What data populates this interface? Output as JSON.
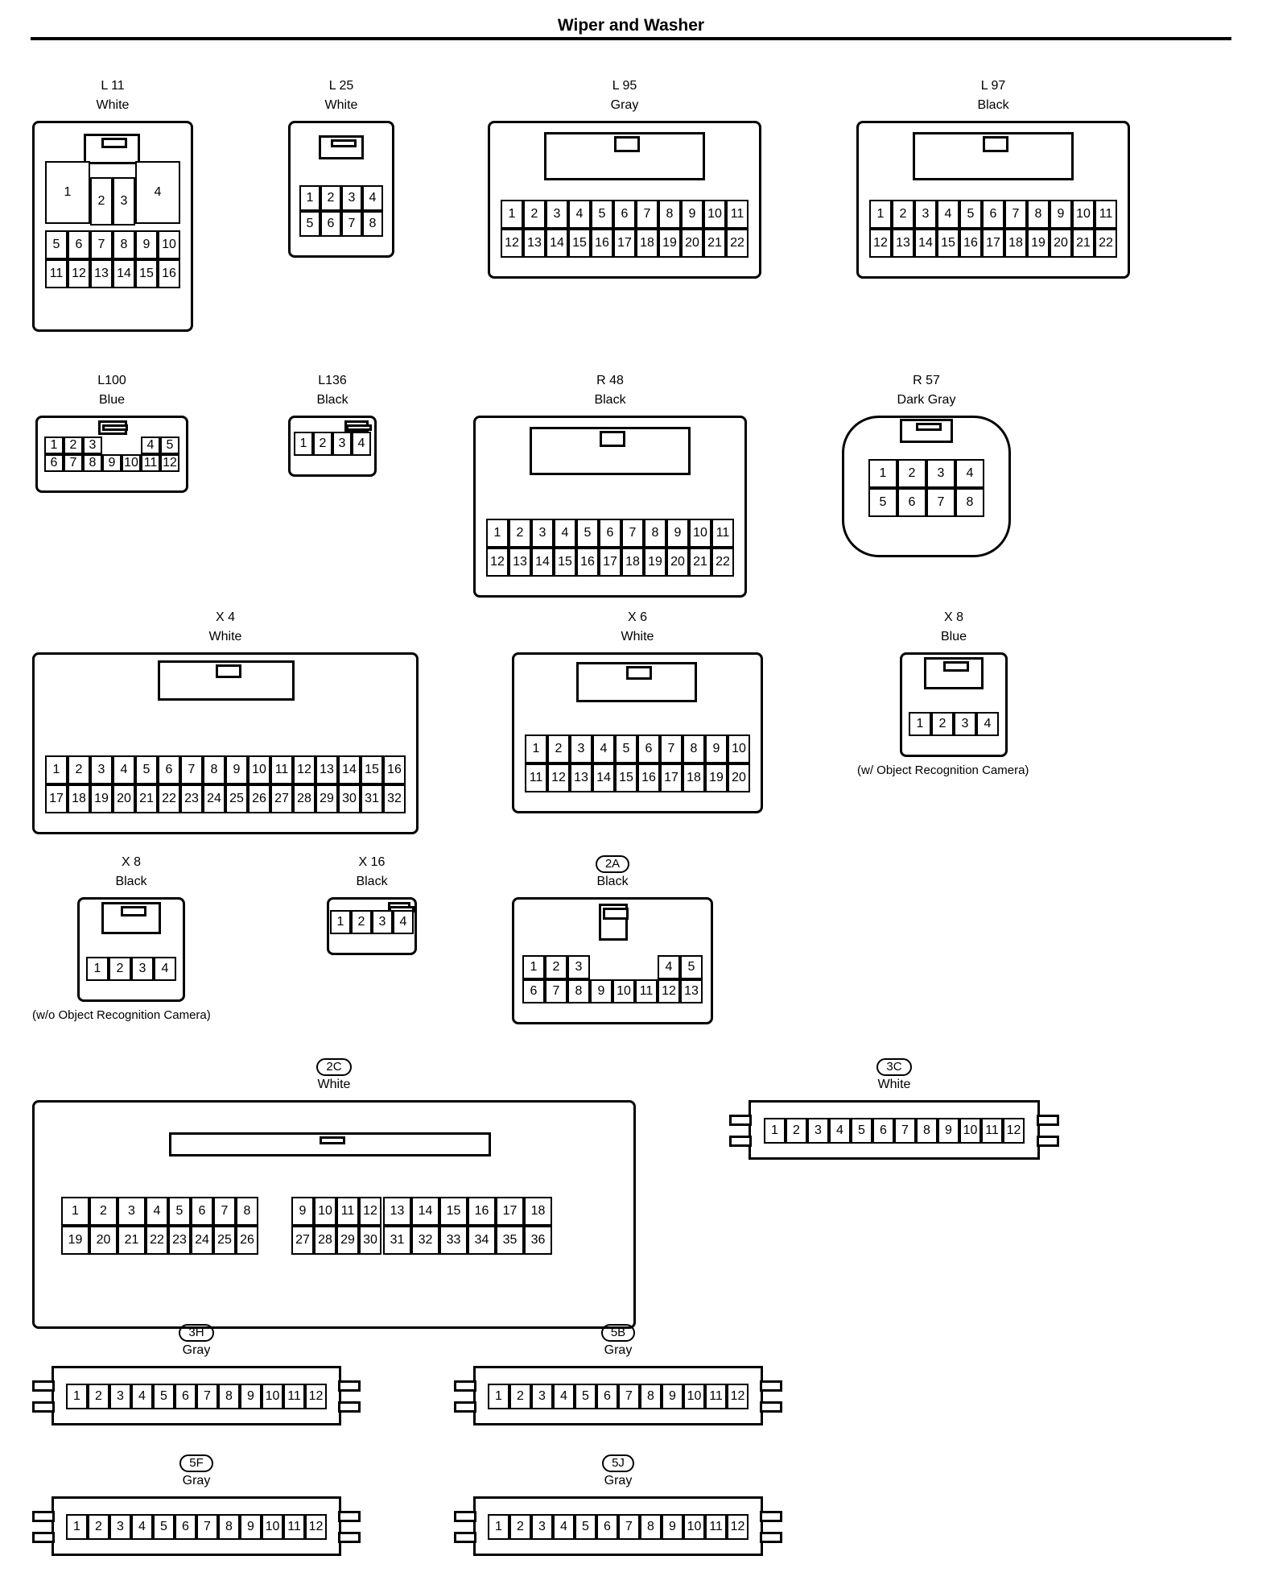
{
  "page": {
    "title": "Wiper and Washer"
  },
  "connectors": [
    {
      "id": "l11",
      "code": "L 11",
      "color": "White",
      "boxed": false,
      "rows": [
        [
          "1",
          "2",
          "3",
          "4"
        ],
        [
          "5",
          "6",
          "7",
          "8",
          "9",
          "10"
        ],
        [
          "11",
          "12",
          "13",
          "14",
          "15",
          "16"
        ]
      ]
    },
    {
      "id": "l25",
      "code": "L 25",
      "color": "White",
      "boxed": false,
      "rows": [
        [
          "1",
          "2",
          "3",
          "4"
        ],
        [
          "5",
          "6",
          "7",
          "8"
        ]
      ]
    },
    {
      "id": "l95",
      "code": "L 95",
      "color": "Gray",
      "boxed": false,
      "rows": [
        [
          "1",
          "2",
          "3",
          "4",
          "5",
          "6",
          "7",
          "8",
          "9",
          "10",
          "11"
        ],
        [
          "12",
          "13",
          "14",
          "15",
          "16",
          "17",
          "18",
          "19",
          "20",
          "21",
          "22"
        ]
      ]
    },
    {
      "id": "l97",
      "code": "L 97",
      "color": "Black",
      "boxed": false,
      "rows": [
        [
          "1",
          "2",
          "3",
          "4",
          "5",
          "6",
          "7",
          "8",
          "9",
          "10",
          "11"
        ],
        [
          "12",
          "13",
          "14",
          "15",
          "16",
          "17",
          "18",
          "19",
          "20",
          "21",
          "22"
        ]
      ]
    },
    {
      "id": "l100",
      "code": "L100",
      "color": "Blue",
      "boxed": false,
      "rows": [
        [
          "1",
          "2",
          "3",
          "4",
          "5"
        ],
        [
          "6",
          "7",
          "8",
          "9",
          "10",
          "11",
          "12"
        ]
      ]
    },
    {
      "id": "l136",
      "code": "L136",
      "color": "Black",
      "boxed": false,
      "rows": [
        [
          "1",
          "2",
          "3",
          "4"
        ]
      ]
    },
    {
      "id": "r48",
      "code": "R 48",
      "color": "Black",
      "boxed": false,
      "rows": [
        [
          "1",
          "2",
          "3",
          "4",
          "5",
          "6",
          "7",
          "8",
          "9",
          "10",
          "11"
        ],
        [
          "12",
          "13",
          "14",
          "15",
          "16",
          "17",
          "18",
          "19",
          "20",
          "21",
          "22"
        ]
      ]
    },
    {
      "id": "r57",
      "code": "R 57",
      "color": "Dark Gray",
      "boxed": false,
      "rows": [
        [
          "1",
          "2",
          "3",
          "4"
        ],
        [
          "5",
          "6",
          "7",
          "8"
        ]
      ]
    },
    {
      "id": "x4",
      "code": "X 4",
      "color": "White",
      "boxed": false,
      "rows": [
        [
          "1",
          "2",
          "3",
          "4",
          "5",
          "6",
          "7",
          "8",
          "9",
          "10",
          "11",
          "12",
          "13",
          "14",
          "15",
          "16"
        ],
        [
          "17",
          "18",
          "19",
          "20",
          "21",
          "22",
          "23",
          "24",
          "25",
          "26",
          "27",
          "28",
          "29",
          "30",
          "31",
          "32"
        ]
      ]
    },
    {
      "id": "x6",
      "code": "X 6",
      "color": "White",
      "boxed": false,
      "rows": [
        [
          "1",
          "2",
          "3",
          "4",
          "5",
          "6",
          "7",
          "8",
          "9",
          "10"
        ],
        [
          "11",
          "12",
          "13",
          "14",
          "15",
          "16",
          "17",
          "18",
          "19",
          "20"
        ]
      ]
    },
    {
      "id": "x8a",
      "code": "X 8",
      "color": "Blue",
      "boxed": false,
      "rows": [
        [
          "1",
          "2",
          "3",
          "4"
        ]
      ],
      "note": "(w/ Object Recognition Camera)"
    },
    {
      "id": "x8b",
      "code": "X 8",
      "color": "Black",
      "boxed": false,
      "rows": [
        [
          "1",
          "2",
          "3",
          "4"
        ]
      ],
      "note": "(w/o Object Recognition Camera)"
    },
    {
      "id": "x16",
      "code": "X 16",
      "color": "Black",
      "boxed": false,
      "rows": [
        [
          "1",
          "2",
          "3",
          "4"
        ]
      ]
    },
    {
      "id": "c2a",
      "code": "2A",
      "color": "Black",
      "boxed": true,
      "rows": [
        [
          "1",
          "2",
          "3",
          "4",
          "5"
        ],
        [
          "6",
          "7",
          "8",
          "9",
          "10",
          "11",
          "12",
          "13"
        ]
      ]
    },
    {
      "id": "c2c",
      "code": "2C",
      "color": "White",
      "boxed": true,
      "rows": [
        [
          "1",
          "2",
          "3",
          "4",
          "5",
          "6",
          "7",
          "8",
          "9",
          "10",
          "11",
          "12",
          "13",
          "14",
          "15",
          "16",
          "17",
          "18"
        ],
        [
          "19",
          "20",
          "21",
          "22",
          "23",
          "24",
          "25",
          "26",
          "27",
          "28",
          "29",
          "30",
          "31",
          "32",
          "33",
          "34",
          "35",
          "36"
        ]
      ]
    },
    {
      "id": "c3c",
      "code": "3C",
      "color": "White",
      "boxed": true,
      "rows": [
        [
          "1",
          "2",
          "3",
          "4",
          "5",
          "6",
          "7",
          "8",
          "9",
          "10",
          "11",
          "12"
        ]
      ]
    },
    {
      "id": "c3h",
      "code": "3H",
      "color": "Gray",
      "boxed": true,
      "rows": [
        [
          "1",
          "2",
          "3",
          "4",
          "5",
          "6",
          "7",
          "8",
          "9",
          "10",
          "11",
          "12"
        ]
      ]
    },
    {
      "id": "c5b",
      "code": "5B",
      "color": "Gray",
      "boxed": true,
      "rows": [
        [
          "1",
          "2",
          "3",
          "4",
          "5",
          "6",
          "7",
          "8",
          "9",
          "10",
          "11",
          "12"
        ]
      ]
    },
    {
      "id": "c5f",
      "code": "5F",
      "color": "Gray",
      "boxed": true,
      "rows": [
        [
          "1",
          "2",
          "3",
          "4",
          "5",
          "6",
          "7",
          "8",
          "9",
          "10",
          "11",
          "12"
        ]
      ]
    },
    {
      "id": "c5j",
      "code": "5J",
      "color": "Gray",
      "boxed": true,
      "rows": [
        [
          "1",
          "2",
          "3",
          "4",
          "5",
          "6",
          "7",
          "8",
          "9",
          "10",
          "11",
          "12"
        ]
      ]
    }
  ]
}
